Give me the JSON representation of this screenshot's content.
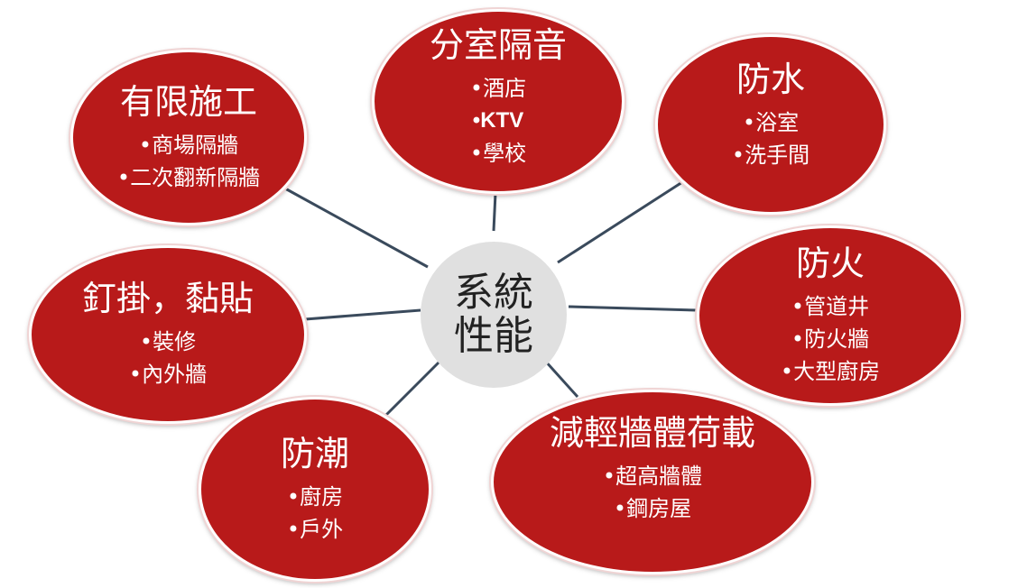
{
  "center": {
    "label": "系統性能"
  },
  "nodes": [
    {
      "title": "分室隔音",
      "items": [
        "酒店",
        "KTV",
        "學校"
      ]
    },
    {
      "title": "有限施工",
      "items": [
        "商場隔牆",
        "二次翻新隔牆"
      ]
    },
    {
      "title": "防水",
      "items": [
        "浴室",
        "洗手間"
      ]
    },
    {
      "title": "釘掛，黏貼",
      "items": [
        "裝修",
        "內外牆"
      ]
    },
    {
      "title": "防火",
      "items": [
        "管道井",
        "防火牆",
        "大型廚房"
      ]
    },
    {
      "title": "防潮",
      "items": [
        "廚房",
        "戶外"
      ]
    },
    {
      "title": "減輕牆體荷載",
      "items": [
        "超高牆體",
        "鋼房屋"
      ]
    }
  ],
  "colors": {
    "node_fill": "#b81a1a",
    "center_fill": "#e0e0e0",
    "connector": "#3a4a5c",
    "text_on_node": "#ffffff",
    "text_center": "#222222"
  }
}
